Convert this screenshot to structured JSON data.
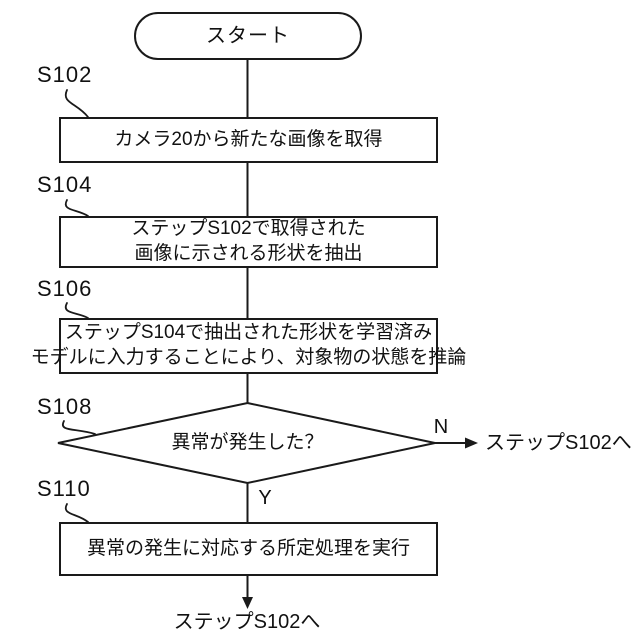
{
  "canvas": {
    "background": "#ffffff",
    "line_color": "#1a1a1a",
    "text_color": "#111111"
  },
  "flowchart": {
    "start_label": "スタート",
    "steps": [
      {
        "id": "S102",
        "type": "process",
        "lines": [
          "カメラ20から新たな画像を取得"
        ]
      },
      {
        "id": "S104",
        "type": "process",
        "lines": [
          "ステップS102で取得された",
          "画像に示される形状を抽出"
        ]
      },
      {
        "id": "S106",
        "type": "process",
        "lines": [
          "ステップS104で抽出された形状を学習済み",
          "モデルに入力することにより、対象物の状態を推論"
        ]
      },
      {
        "id": "S108",
        "type": "decision",
        "lines": [
          "異常が発生した？"
        ]
      },
      {
        "id": "S110",
        "type": "process",
        "lines": [
          "異常の発生に対応する所定処理を実行"
        ]
      }
    ],
    "decision": {
      "no_label": "N",
      "yes_label": "Y"
    },
    "no_branch_target": "ステップS102へ",
    "loop_target": "ステップS102へ"
  }
}
